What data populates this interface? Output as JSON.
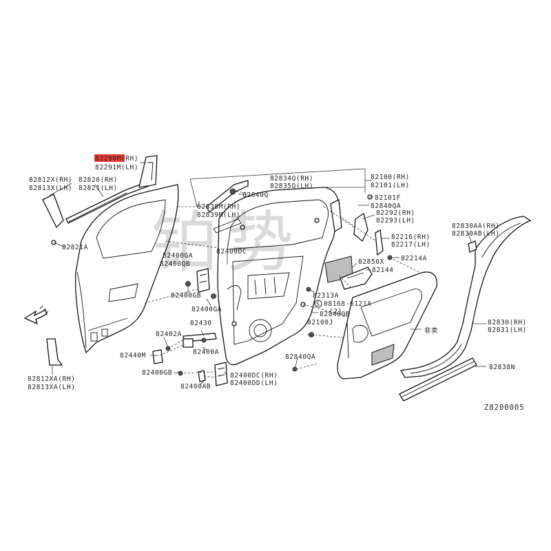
{
  "labels": {
    "l82290m": "82290M(RH)",
    "l82291m": "82291M(LH)",
    "l82812x": "82812X(RH)",
    "l82813x": "82813X(LH)",
    "l82820": "82820(RH)",
    "l82821": "82821(LH)",
    "l82821a": "82821A",
    "l82838m": "82838M(RH)",
    "l82839m": "82839M(LH)",
    "l82834q": "82834Q(RH)",
    "l82835q": "82835Q(LH)",
    "l82840q": "82840Q",
    "l82100": "82100(RH)",
    "l82101": "82101(LH)",
    "l82101f": "82101F",
    "l82840qa_top": "82840QA",
    "l82292": "82292(RH)",
    "l82293": "82293(LH)",
    "l82216": "82216(RH)",
    "l82217": "82217(LH)",
    "l82214a": "82214A",
    "l82830aa": "82830AA(RH)",
    "l82830ab": "82830AB(LH)",
    "l82850x": "82850X",
    "l82144": "82144",
    "l82400dc": "82400DC",
    "l82400ga_top": "82400GA",
    "l82400qb_left": "82400QB",
    "l82400gb": "82400GB",
    "l82400ga": "82400GA",
    "l82313a": "82313A",
    "l08168": "08168-6121A",
    "l08168_qty": "(2)",
    "l82840qb": "82840QB",
    "l82100j": "82100J",
    "l82430": "82430",
    "l82402a": "82402A",
    "l82400a": "82400A",
    "l82440m": "82440M",
    "l82400gb_low": "82400GB",
    "l82400ab": "82400AB",
    "l82400dc_rh": "82400DC(RH)",
    "l82400dd_lh": "82400DD(LH)",
    "l82840qa": "82840QA",
    "l82830": "82830(RH)",
    "l82831": "82831(LH)",
    "l82838n": "82838N",
    "l82812xa": "82812XA(RH)",
    "l82813xa": "82813XA(LH)",
    "l_nonsale": "非卖",
    "diagram_code": "Z8200005",
    "circle_s": "S"
  },
  "watermark": {
    "char1": "铂",
    "char2": "势"
  },
  "colors": {
    "highlight": "#f03a3a",
    "line": "#111111"
  }
}
